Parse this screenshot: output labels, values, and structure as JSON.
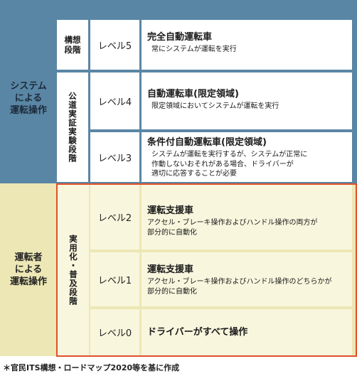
{
  "groups": {
    "system": "システム\nによる\n運転操作",
    "driver": "運転者\nによる\n運転操作"
  },
  "phases": {
    "concept": "構想\n段階",
    "public_road": "公道実証実験段階",
    "practical": "実用化・普及段階"
  },
  "levels": [
    {
      "label": "レベル5",
      "title": "完全自動運転車",
      "body": "常にシステムが運転を実行"
    },
    {
      "label": "レベル4",
      "title": "自動運転車(限定領域)",
      "body": "限定領域においてシステムが運転を実行"
    },
    {
      "label": "レベル3",
      "title": "条件付自動運転車(限定領域)",
      "body": "システムが運転を実行するが、システムが正常に\n作動しないおそれがある場合、ドライバーが\n適切に応答することが必要"
    },
    {
      "label": "レベル2",
      "title": "運転支援車",
      "body": "アクセル・ブレーキ操作およびハンドル操作の両方が\n部分的に自動化"
    },
    {
      "label": "レベル1",
      "title": "運転支援車",
      "body": "アクセル・ブレーキ操作およびハンドル操作のどちらかが\n部分的に自動化"
    },
    {
      "label": "レベル0",
      "title": "ドライバーがすべて操作",
      "body": ""
    }
  ],
  "footnote": "＊官民ITS構想・ロードマップ2020等を基に作成",
  "colors": {
    "system_band": "#5a86a5",
    "driver_band": "#ece7b4",
    "highlight": "#e0502a"
  }
}
